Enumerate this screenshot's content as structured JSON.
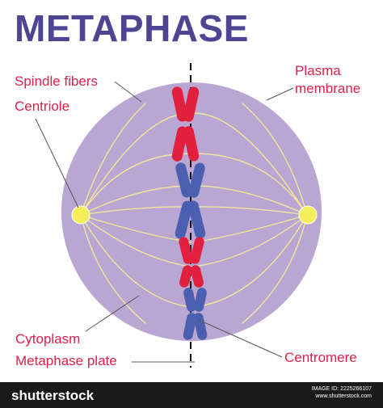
{
  "title": "METAPHASE",
  "labels": {
    "spindle_fibers": "Spindle fibers",
    "centriole": "Centriole",
    "plasma_membrane_line1": "Plasma",
    "plasma_membrane_line2": "membrane",
    "cytoplasm": "Cytoplasm",
    "metaphase_plate": "Metaphase plate",
    "centromere": "Centromere"
  },
  "footer": {
    "brand": "shutterstock",
    "image_id": "IMAGE ID: 2225266107",
    "site": "www.shutterstock.com"
  },
  "colors": {
    "title": "#4d4593",
    "label": "#e0204a",
    "cell_fill": "#b9a6d2",
    "spindle": "#f2e79a",
    "centriole": "#f3ee5a",
    "chromosome_red": "#e0203c",
    "chromosome_blue": "#4a5fb0",
    "leader_line": "#555555",
    "footer_bg": "#1a1a1a"
  }
}
